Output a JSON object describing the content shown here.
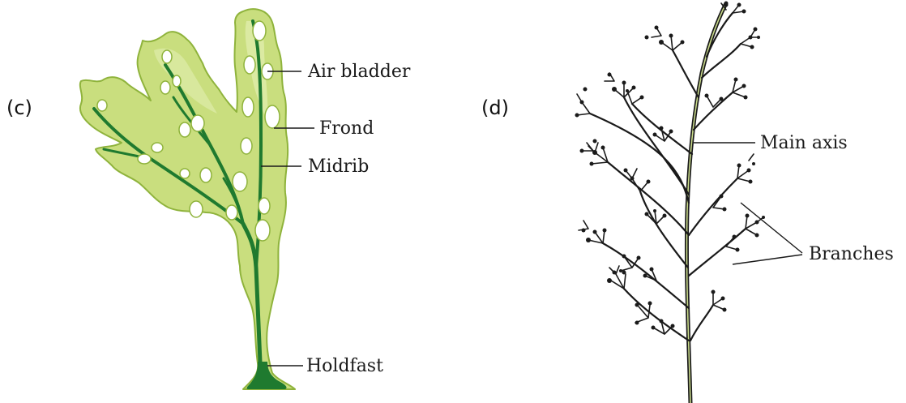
{
  "figure": {
    "panel_c": {
      "letter": "(c)",
      "labels": {
        "air_bladder": "Air bladder",
        "frond": "Frond",
        "midrib": "Midrib",
        "holdfast": "Holdfast"
      },
      "colors": {
        "frond_fill": "#c9de7e",
        "frond_light": "#e3efb2",
        "frond_outline": "#8fb33c",
        "midrib": "#1f7a2f",
        "bladder_fill": "#ffffff"
      }
    },
    "panel_d": {
      "letter": "(d)",
      "labels": {
        "main_axis": "Main axis",
        "branches": "Branches"
      },
      "colors": {
        "branch": "#1a1a1a",
        "axis_highlight": "#c8d98a"
      }
    }
  }
}
